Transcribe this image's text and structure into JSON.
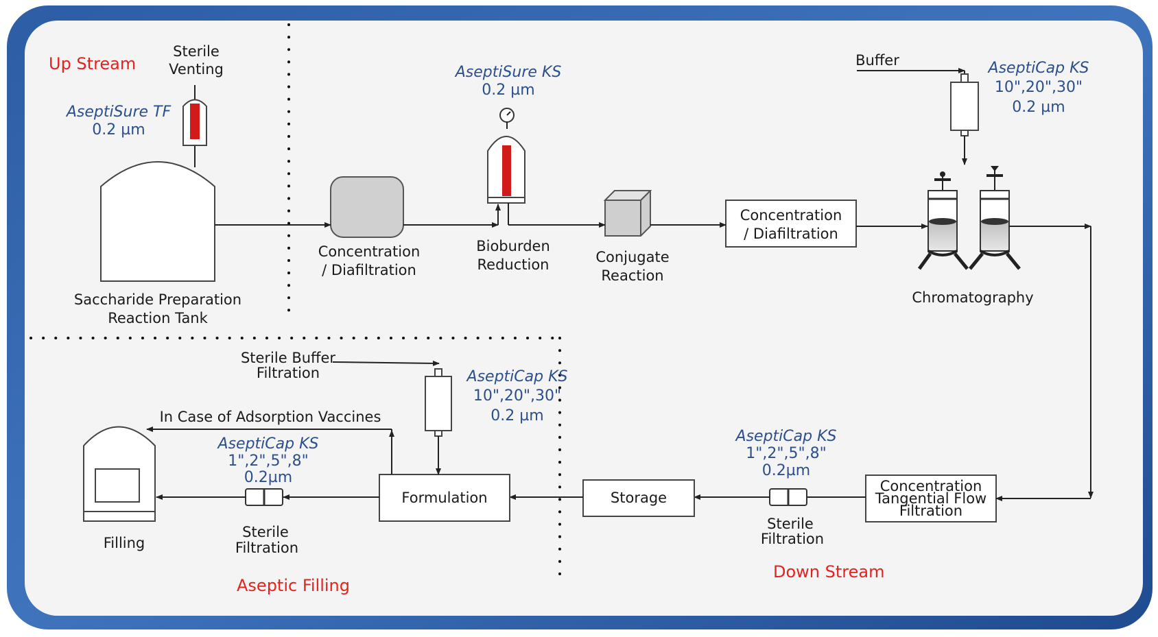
{
  "zones": {
    "upstream": "Up Stream",
    "downstream": "Down Stream",
    "aseptic": "Aseptic Filling"
  },
  "products": {
    "vent_name": "AseptiSure TF",
    "vent_spec": "0.2 µm",
    "bioburden_name": "AseptiSure KS",
    "bioburden_spec": "0.2 µm",
    "buffer_name": "AseptiCap KS",
    "buffer_sizes": "10\",20\",30\"",
    "buffer_spec": "0.2 µm",
    "formulation_name": "AseptiCap KS",
    "formulation_sizes": "10\",20\",30\"",
    "formulation_spec": "0.2 µm",
    "downstream_name": "AseptiCap KS",
    "downstream_sizes": "1\",2\",5\",8\"",
    "downstream_spec": "0.2µm",
    "fill_name": "AseptiCap KS",
    "fill_sizes": "1\",2\",5\",8\"",
    "fill_spec": "0.2µm"
  },
  "steps": {
    "sterile_venting_1": "Sterile",
    "sterile_venting_2": "Venting",
    "tank_1": "Saccharide Preparation",
    "tank_2": "Reaction Tank",
    "conc1_1": "Concentration",
    "conc1_2": "/ Diafiltration",
    "bioburden_1": "Bioburden",
    "bioburden_2": "Reduction",
    "conjugate_1": "Conjugate",
    "conjugate_2": "Reaction",
    "conc2_1": "Concentration",
    "conc2_2": "/ Diafiltration",
    "buffer": "Buffer",
    "chromatography": "Chromatography",
    "tff_1": "Concentration",
    "tff_2": "Tangential Flow",
    "tff_3": "Filtration",
    "sterile_filt_ds_1": "Sterile",
    "sterile_filt_ds_2": "Filtration",
    "storage": "Storage",
    "formulation": "Formulation",
    "sterile_buffer_1": "Sterile Buffer",
    "sterile_buffer_2": "Filtration",
    "adsorption": "In Case of Adsorption Vaccines",
    "sterile_filt_fill_1": "Sterile",
    "sterile_filt_fill_2": "Filtration",
    "filling": "Filling"
  }
}
